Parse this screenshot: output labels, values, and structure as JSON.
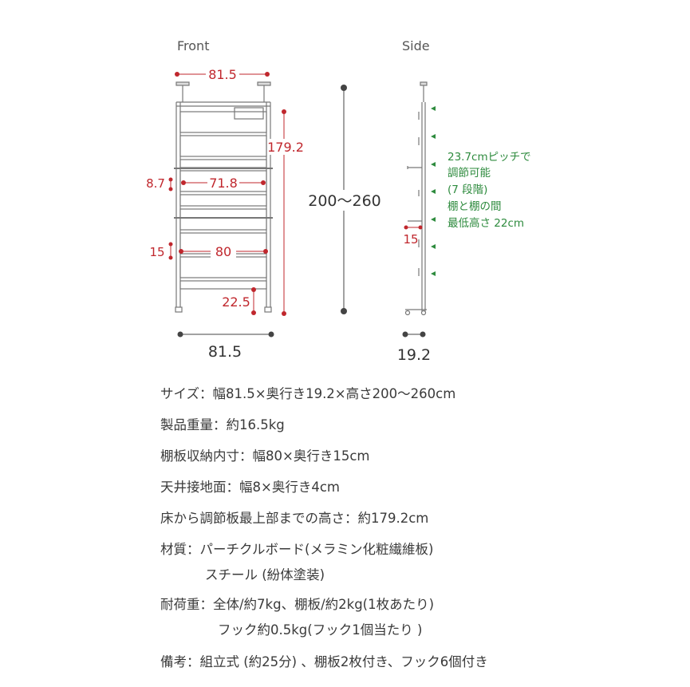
{
  "front": {
    "title": "Front",
    "top_width": "81.5",
    "height_shelf": "179.2",
    "shelf_gap": "8.7",
    "inner_width": "71.8",
    "depth": "15",
    "shelf_width": "80",
    "bottom_gap": "22.5",
    "bottom_width": "81.5"
  },
  "range": {
    "label": "200〜260"
  },
  "side": {
    "title": "Side",
    "depth": "15",
    "bottom_depth": "19.2",
    "notes": [
      "23.7cmピッチで",
      "調節可能",
      "(7 段階)",
      "棚と棚の間",
      "最低高さ 22cm"
    ]
  },
  "specs": [
    {
      "text": "サイズ：幅81.5×奥行き19.2×高さ200〜260cm"
    },
    {
      "text": "製品重量：約16.5kg"
    },
    {
      "text": "棚板収納内寸：幅80×奥行き15cm"
    },
    {
      "text": "天井接地面：幅8×奥行き4cm"
    },
    {
      "text": "床から調節板最上部までの高さ：約179.2cm"
    },
    {
      "text": "材質：パーチクルボード(メラミン化粧繊維板)",
      "cont": "スチール (紛体塗装)"
    },
    {
      "text": "耐荷重：全体/約7kg、棚板/約2kg(1枚あたり)",
      "cont": "フック約0.5kg(フック1個当たり )"
    },
    {
      "text": "備考：組立式 (約25分) 、棚板2枚付き、フック6個付き"
    }
  ],
  "colors": {
    "red": "#c0272d",
    "green": "#2e8b3e",
    "dark": "#444444",
    "line": "#888888"
  }
}
